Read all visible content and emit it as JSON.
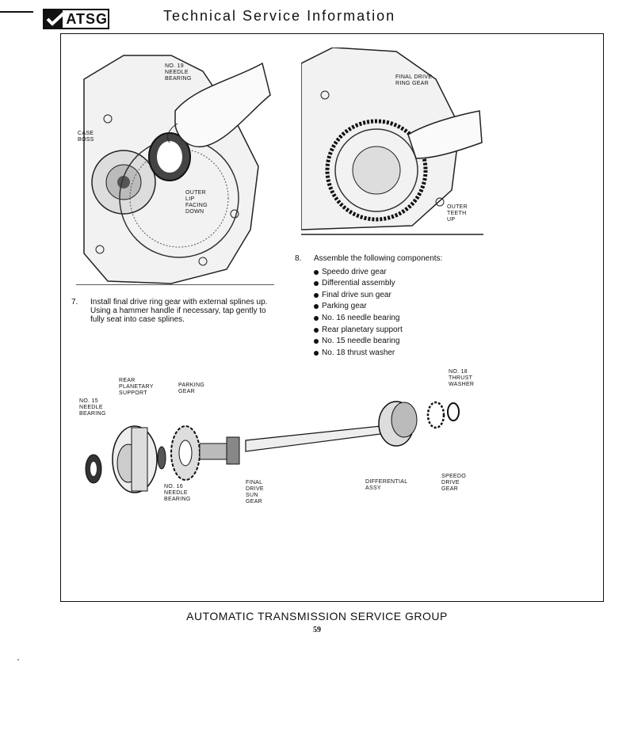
{
  "header": {
    "brand": "ATSG",
    "title": "Technical Service Information"
  },
  "figure_left": {
    "labels": {
      "needle_bearing": "NO. 19\nNEEDLE\nBEARING",
      "case_boss": "CASE\nBOSS",
      "outer_lip": "OUTER\nLIP\nFACING\nDOWN"
    }
  },
  "figure_right": {
    "labels": {
      "ring_gear": "FINAL DRIVE\nRING GEAR",
      "outer_teeth": "OUTER\nTEETH\nUP"
    }
  },
  "steps": {
    "step7": {
      "num": "7.",
      "text": "Install final drive ring gear with external splines up. Using a hammer handle if necessary, tap gently to fully seat into case splines."
    },
    "step8": {
      "num": "8.",
      "text": "Assemble the following components:",
      "items": [
        "Speedo drive gear",
        "Differential assembly",
        "Final drive sun gear",
        "Parking gear",
        "No. 16 needle bearing",
        "Rear planetary support",
        "No. 15 needle bearing",
        "No. 18 thrust washer"
      ]
    }
  },
  "figure_bottom": {
    "labels": {
      "rear_planetary": "REAR\nPLANETARY\nSUPPORT",
      "parking_gear": "PARKING\nGEAR",
      "no15": "NO. 15\nNEEDLE\nBEARING",
      "no16": "NO. 16\nNEEDLE\nBEARING",
      "final_drive_sun": "FINAL\nDRIVE\nSUN\nGEAR",
      "differential": "DIFFERENTIAL\nASSY",
      "no18": "NO. 18\nTHRUST\nWASHER",
      "speedo": "SPEEDO\nDRIVE\nGEAR"
    }
  },
  "footer": {
    "org": "AUTOMATIC TRANSMISSION SERVICE GROUP",
    "page": "59"
  }
}
